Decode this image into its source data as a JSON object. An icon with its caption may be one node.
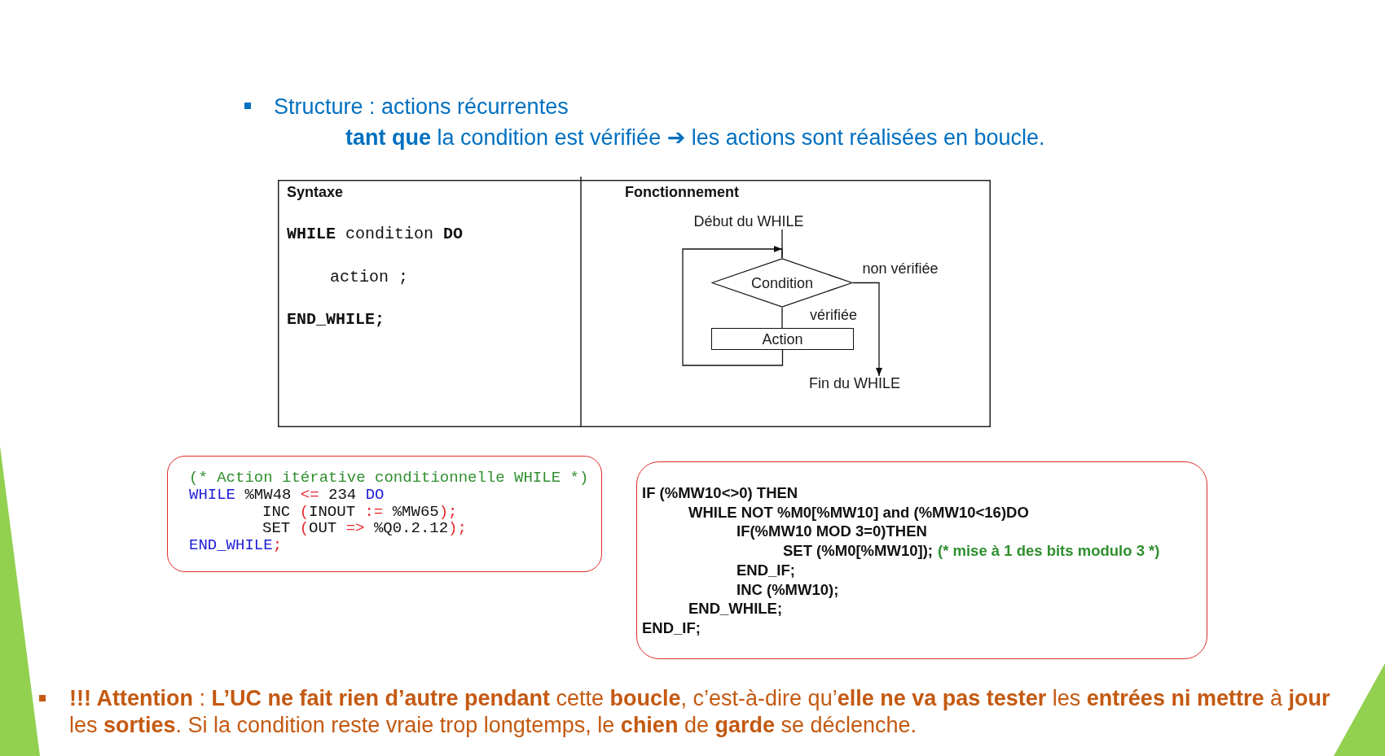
{
  "diagram": {
    "nodes": [
      {
        "text": [
          "Début du WHILE"
        ]
      },
      {
        "text": [
          "Condition"
        ]
      },
      {
        "text": [
          "Action"
        ]
      },
      {
        "text": [
          "Fin du WHILE"
        ]
      },
      {
        "text": [
          "(* Action itérative conditionnelle WHILE *)",
          "WHILE %MW48 <= 234 DO",
          "INC (INOUT := %MW65);",
          "SET (OUT => %Q0.2.12);",
          "END_WHILE;"
        ]
      },
      {
        "text": [
          "IF (%MW10<>0) THEN",
          "WHILE NOT %M0[%MW10] and (%MW10<16)DO",
          "IF(%MW10 MOD 3=0)THEN",
          "SET (%M0[%MW10]);",
          "(* mise à 1 des bits modulo 3 *)",
          "END_IF;",
          "INC (%MW10);",
          "END_WHILE;",
          "END_IF;"
        ]
      }
    ],
    "edges": [
      {
        "from": 0,
        "to": 1,
        "arrow": "none"
      },
      {
        "from": 1,
        "to": 2,
        "arrow": "none",
        "label": "vérifiée"
      },
      {
        "from": 2,
        "to": 1,
        "arrow": "to"
      },
      {
        "from": 1,
        "to": 3,
        "arrow": "to",
        "label": "non vérifiée"
      }
    ],
    "labels": [
      "Structure : actions récurrentes",
      "**tant que** la condition est vérifiée ➔ les actions sont réalisées en boucle.",
      "Syntaxe",
      "Fonctionnement",
      "**WHILE** condition **DO**",
      "action ;",
      "END_WHILE;",
      "**!!! Attention** : **L’UC ne fait rien d’autre pendant** cette **boucle**, c’est-à-dire qu’**elle ne va pas tester** les **entrées ni mettre** à **jour** les **sorties**. Si la condition reste vraie trop longtemps, le **chien** de **garde** se déclenche."
    ]
  }
}
